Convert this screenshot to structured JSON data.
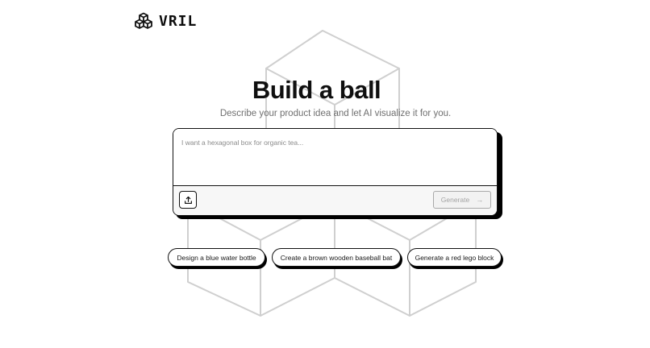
{
  "brand": {
    "name": "VRIL",
    "logo_icon": "cubes-logo-icon"
  },
  "hero": {
    "title": "Build a ball",
    "subtitle": "Describe your product idea and let AI visualize it for you."
  },
  "composer": {
    "placeholder": "I want a hexagonal box for organic tea...",
    "value": "",
    "upload_icon": "upload-icon",
    "generate_label": "Generate",
    "generate_icon": "arrow-right-icon",
    "generate_enabled": false
  },
  "suggestions": [
    {
      "label": "Design a blue water bottle"
    },
    {
      "label": "Create a brown wooden baseball bat"
    },
    {
      "label": "Generate a red lego block"
    }
  ],
  "colors": {
    "text_primary": "#111111",
    "text_muted": "#6f6f6f",
    "background_outline": "#cfcfcf",
    "disabled": "#a9a9a9"
  }
}
